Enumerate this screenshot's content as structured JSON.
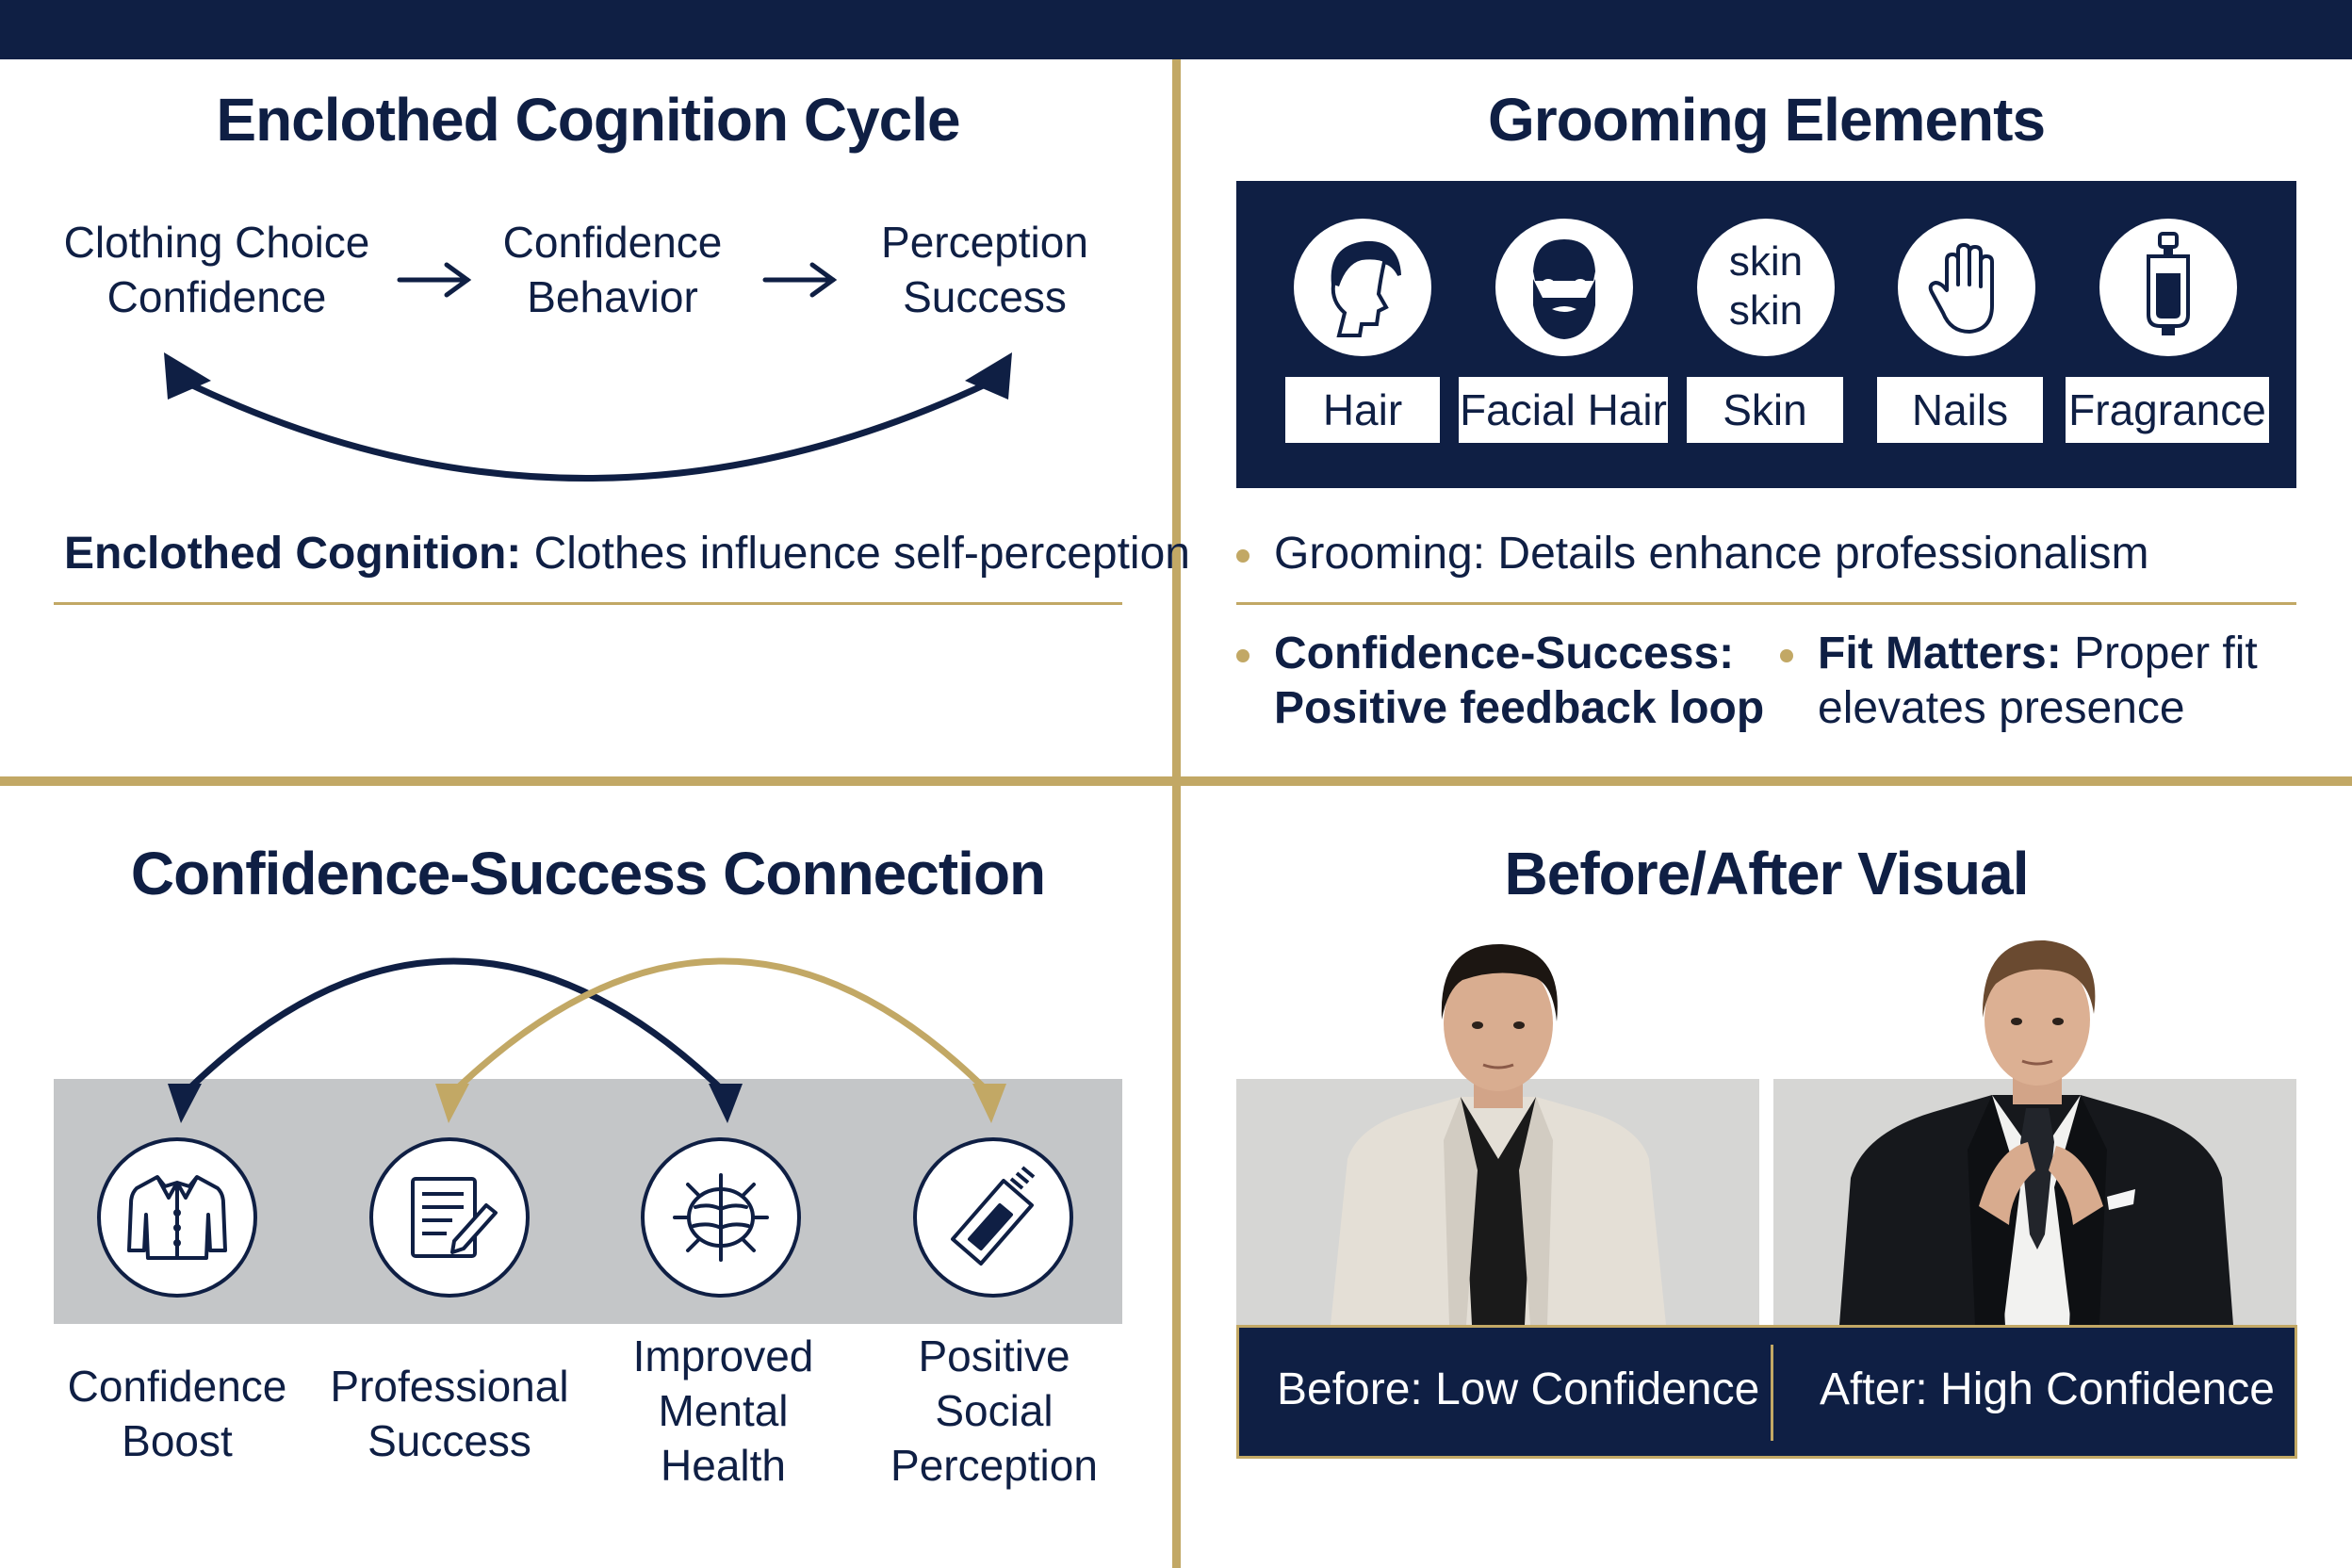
{
  "colors": {
    "navy": "#0f1f44",
    "gold": "#c2a865",
    "gray_band": "#c4c6c8"
  },
  "cycle": {
    "title": "Enclothed Cognition Cycle",
    "nodes": [
      {
        "line1": "Clothing Choice",
        "line2": "Confidence"
      },
      {
        "line1": "Confidence",
        "line2": "Behavior"
      },
      {
        "line1": "Perception",
        "line2": "Success"
      }
    ],
    "definition_term": "Enclothed Cognition:",
    "definition_text": " Clothes influence self-perception"
  },
  "grooming": {
    "title": "Grooming Elements",
    "items": [
      {
        "label": "Hair",
        "icon": "hair-icon"
      },
      {
        "label": "Facial Hair",
        "icon": "beard-icon"
      },
      {
        "label": "Skin",
        "icon": "skin-icon",
        "icon_text1": "skin",
        "icon_text2": "skin"
      },
      {
        "label": "Nails",
        "icon": "hand-icon"
      },
      {
        "label": "Fragrance",
        "icon": "fragrance-bottle-icon"
      }
    ],
    "bullet1": "Grooming: Details enhance professionalism",
    "bullet2_term": "Confidence-Success:",
    "bullet2_text": "Positive feedback loop",
    "bullet3_term": "Fit Matters:",
    "bullet3_text1": " Proper fit",
    "bullet3_text2": "elevates presence"
  },
  "connection": {
    "title": "Confidence-Success Connection",
    "items": [
      {
        "icon": "shirt-icon",
        "lines": [
          "Confidence",
          "Boost"
        ]
      },
      {
        "icon": "document-pen-icon",
        "lines": [
          "Professional",
          "Success"
        ]
      },
      {
        "icon": "brain-icon",
        "lines": [
          "Improved",
          "Mental",
          "Health"
        ]
      },
      {
        "icon": "ticket-icon",
        "lines": [
          "Positive",
          "Social",
          "Perception"
        ]
      }
    ]
  },
  "before_after": {
    "title": "Before/After Visual",
    "before_label": "Before: Low Confidence",
    "after_label": "After: High Confidence"
  }
}
